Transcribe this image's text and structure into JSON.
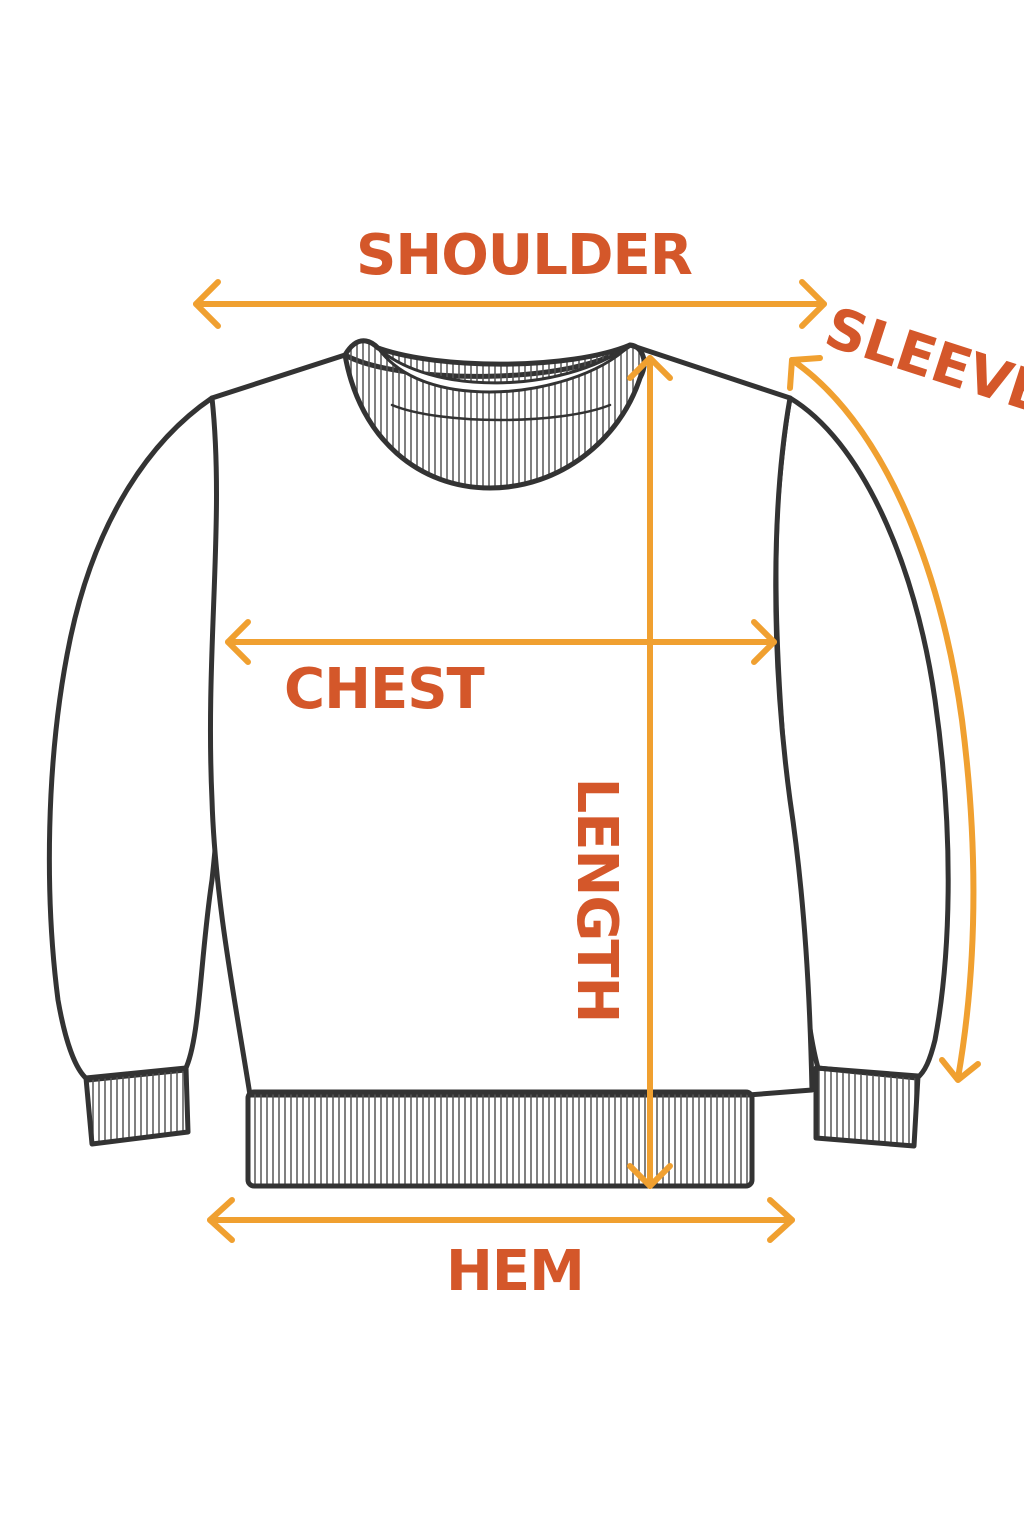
{
  "colors": {
    "label": "#d4572a",
    "arrow": "#f0a030",
    "outline": "#333333",
    "background": "#ffffff"
  },
  "labels": {
    "shoulder": "SHOULDER",
    "sleeve": "SLEEVE",
    "chest": "CHEST",
    "length": "LENGTH",
    "hem": "HEM"
  }
}
